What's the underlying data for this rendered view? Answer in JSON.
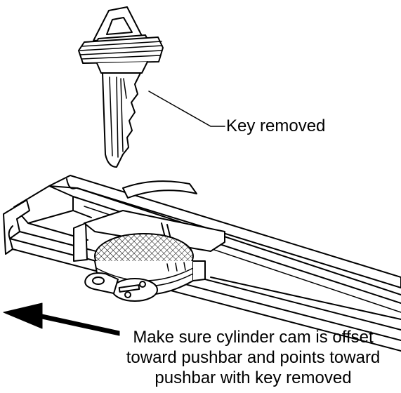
{
  "labels": {
    "key_removed": "Key removed",
    "cam_note_line1": "Make sure cylinder cam is offset",
    "cam_note_line2": "toward pushbar and points toward",
    "cam_note_line3": "pushbar with key removed"
  },
  "colors": {
    "ink": "#000000",
    "paper": "#ffffff"
  },
  "icons": {
    "key": "key-icon",
    "arrow": "direction-arrow-icon"
  }
}
